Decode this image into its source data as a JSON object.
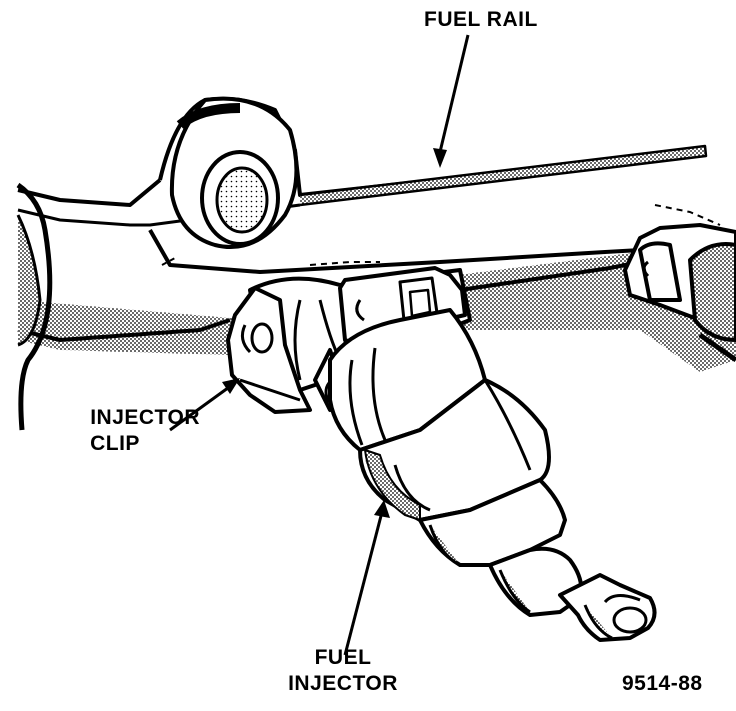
{
  "labels": {
    "fuel_rail": "FUEL RAIL",
    "injector_clip_line1": "INJECTOR",
    "injector_clip_line2": "CLIP",
    "fuel_injector_line1": "FUEL",
    "fuel_injector_line2": "INJECTOR",
    "figure_number": "9514-88"
  },
  "colors": {
    "ink": "#000000",
    "paper": "#ffffff",
    "stipple": "#b5b5b5"
  }
}
